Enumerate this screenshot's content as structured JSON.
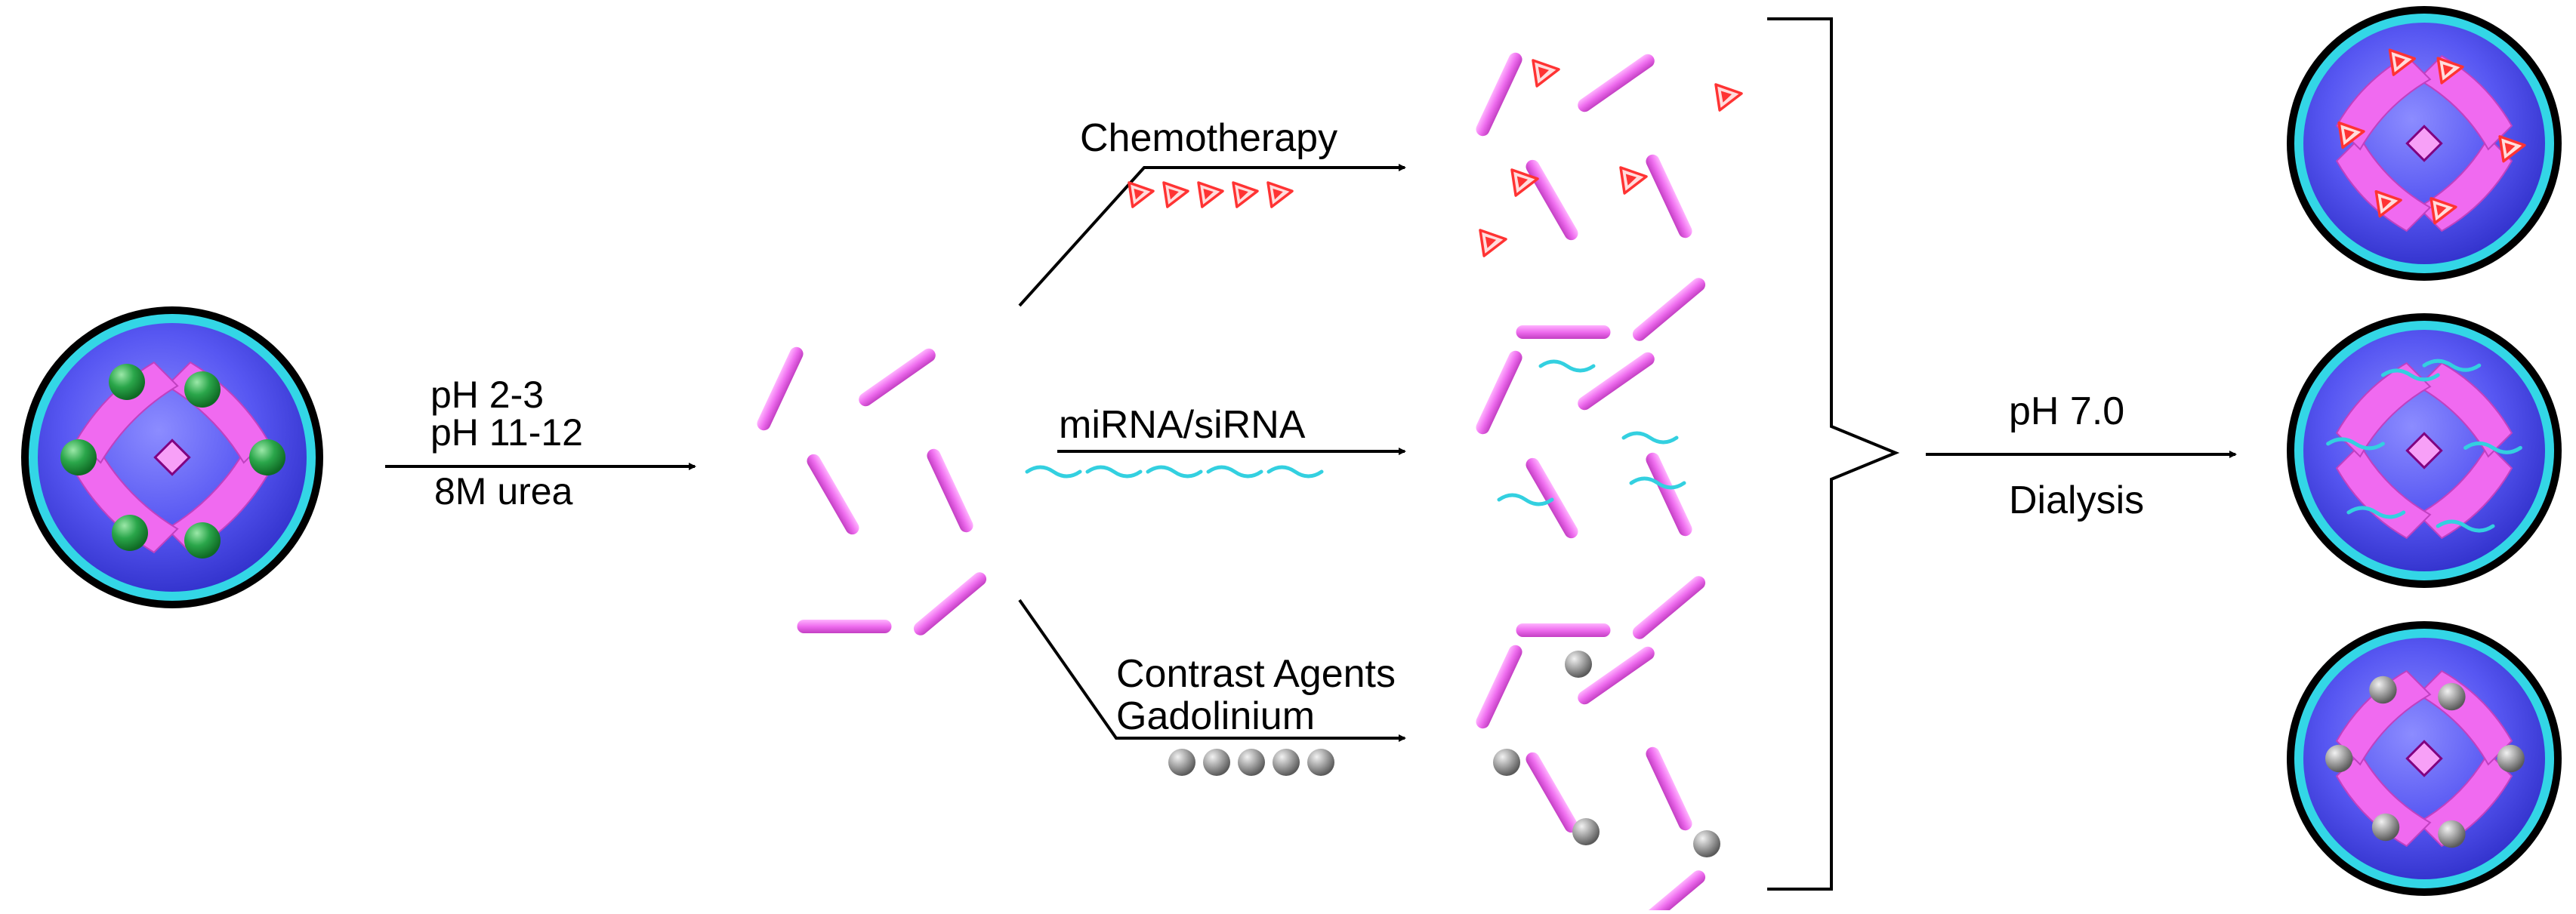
{
  "step1": {
    "lines": [
      "pH 2-3",
      "pH 11-12",
      "8M urea"
    ]
  },
  "branches": {
    "top": {
      "label": "Chemotherapy",
      "cargo": "drug-triangle"
    },
    "middle": {
      "label": "miRNA/siRNA",
      "cargo": "nucleic-acid-strand"
    },
    "bottom": {
      "lines": [
        "Contrast Agents",
        "Gadolinium"
      ],
      "cargo": "gadolinium-sphere"
    }
  },
  "step2": {
    "top": "pH 7.0",
    "bottom": "Dialysis"
  },
  "colors": {
    "rod": "#e868e8",
    "rod_light": "#ffaaff",
    "particle_core": "#5c5cff",
    "particle_rim": "#33d6e6",
    "green_cargo": "#1f9a3a",
    "drug": "#ff3333",
    "rna": "#33d0e0",
    "gadolinium": "#9a9a9a"
  },
  "icons": [
    "caged-nanoparticle-icon",
    "ferritin-subunit-rod-icon",
    "arrow-icon",
    "bracket-icon"
  ]
}
